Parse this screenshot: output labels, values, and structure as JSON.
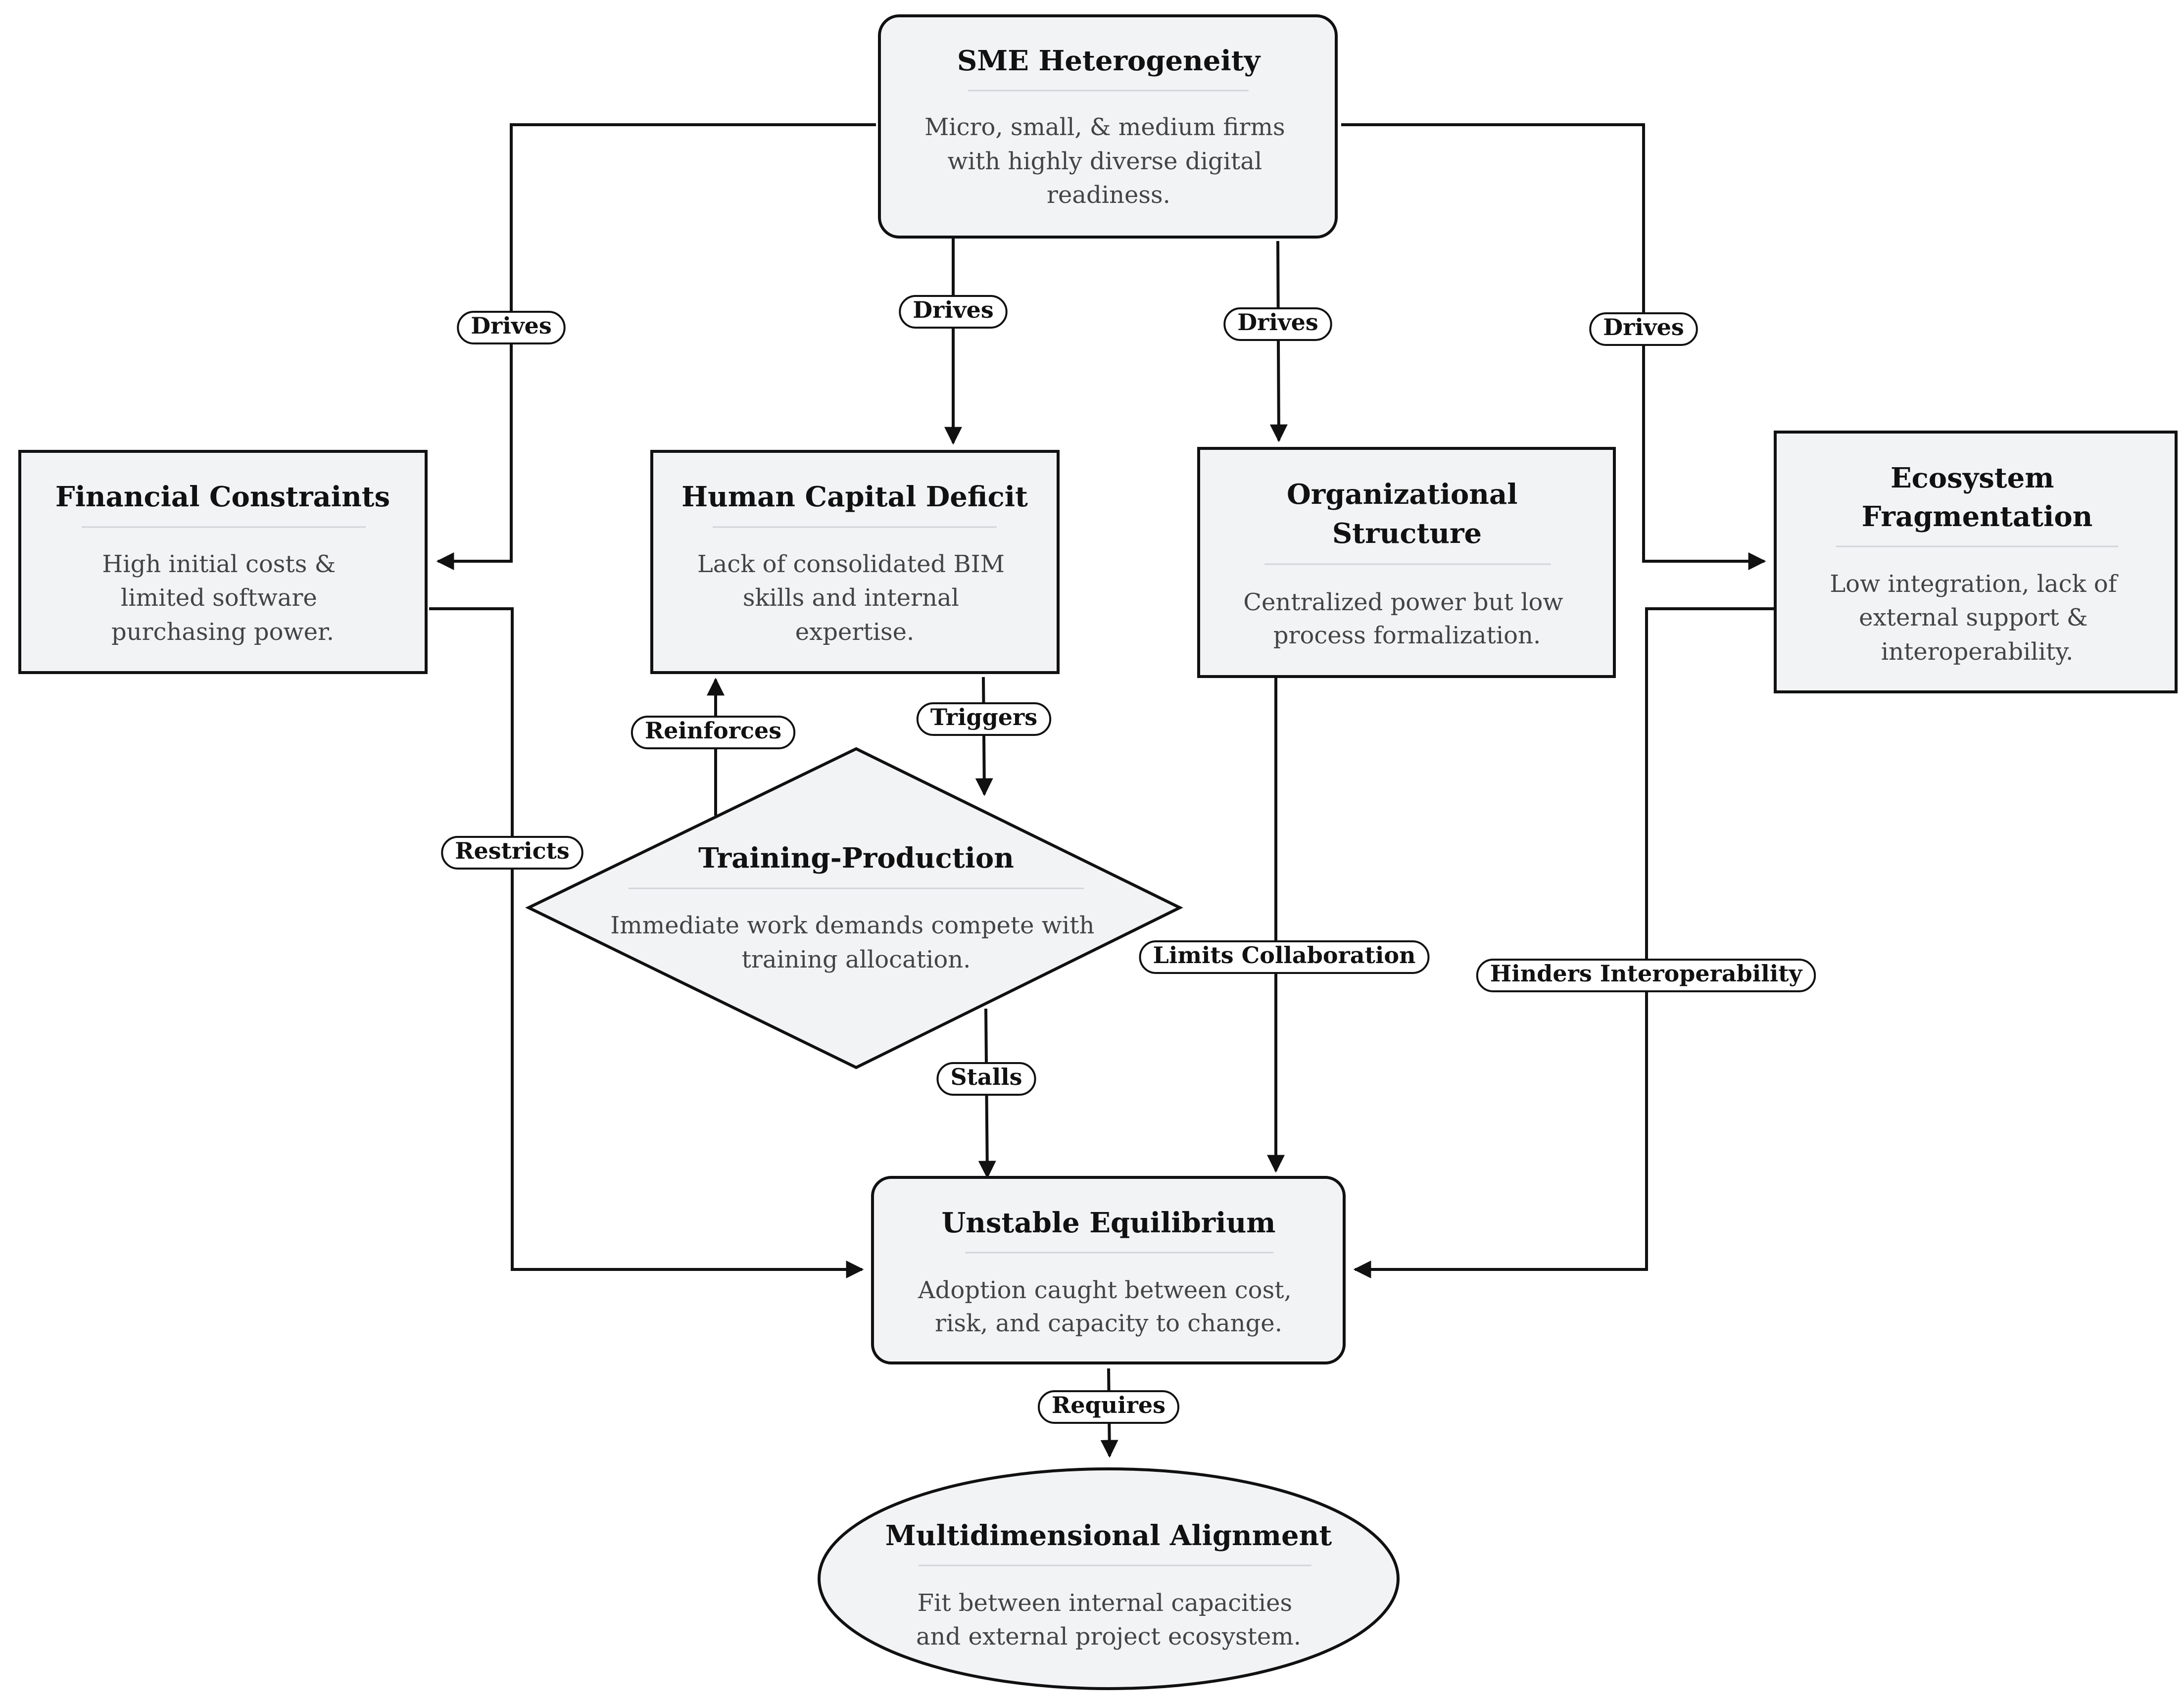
{
  "nodes": {
    "sme": {
      "title": [
        "SME Heterogeneity"
      ],
      "desc": [
        "Micro, small, & medium firms",
        "with highly diverse digital",
        "readiness."
      ]
    },
    "financial": {
      "title": [
        "Financial Constraints"
      ],
      "desc": [
        "High initial costs &",
        "limited software",
        "purchasing power."
      ]
    },
    "human": {
      "title": [
        "Human Capital Deficit"
      ],
      "desc": [
        "Lack of consolidated BIM",
        "skills and internal",
        "expertise."
      ]
    },
    "org": {
      "title": [
        "Organizational",
        "Structure"
      ],
      "desc": [
        "Centralized power but low",
        "process formalization."
      ]
    },
    "eco": {
      "title": [
        "Ecosystem",
        "Fragmentation"
      ],
      "desc": [
        "Low integration, lack of",
        "external support &",
        "interoperability."
      ]
    },
    "training": {
      "title": [
        "Training-Production"
      ],
      "desc": [
        "Immediate work demands compete with",
        "training allocation."
      ]
    },
    "unstable": {
      "title": [
        "Unstable Equilibrium"
      ],
      "desc": [
        "Adoption caught between cost,",
        "risk, and capacity to change."
      ]
    },
    "align": {
      "title": [
        "Multidimensional Alignment"
      ],
      "desc": [
        "Fit between internal capacities",
        "and external project ecosystem."
      ]
    }
  },
  "edges": {
    "drives_financial": "Drives",
    "drives_human": "Drives",
    "drives_org": "Drives",
    "drives_eco": "Drives",
    "restricts": "Restricts",
    "reinforces": "Reinforces",
    "triggers": "Triggers",
    "stalls": "Stalls",
    "limits": "Limits Collaboration",
    "hinders": "Hinders Interoperability",
    "requires": "Requires"
  }
}
